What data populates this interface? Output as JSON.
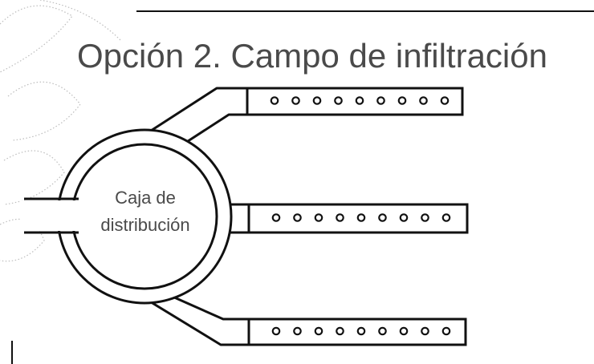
{
  "title": "Opción 2. Campo de infiltración",
  "hub": {
    "line1": "Caja de",
    "line2": "distribución"
  },
  "trenches": [
    {
      "holes": 9
    },
    {
      "holes": 9
    },
    {
      "holes": 9
    }
  ]
}
